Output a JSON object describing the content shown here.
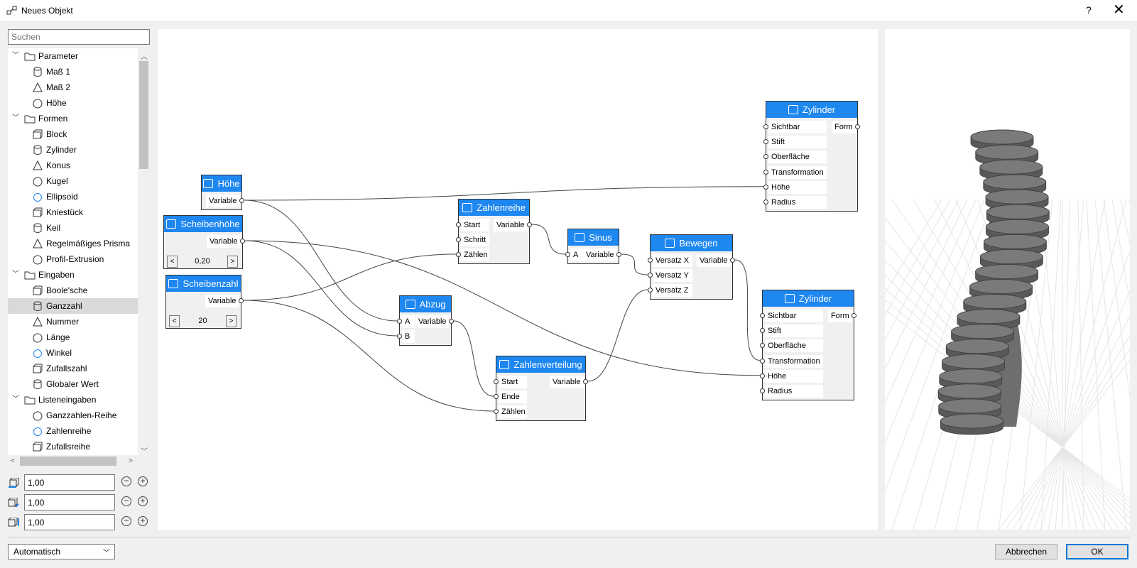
{
  "window": {
    "title": "Neues Objekt",
    "help": "?",
    "close": "✕"
  },
  "search": {
    "placeholder": "Suchen"
  },
  "tree": [
    {
      "label": "Parameter",
      "type": "folder",
      "level": 0
    },
    {
      "label": "Maß 1",
      "type": "item",
      "level": 1
    },
    {
      "label": "Maß 2",
      "type": "item",
      "level": 1
    },
    {
      "label": "Höhe",
      "type": "item",
      "level": 1
    },
    {
      "label": "Formen",
      "type": "folder",
      "level": 0
    },
    {
      "label": "Block",
      "type": "item",
      "level": 1
    },
    {
      "label": "Zylinder",
      "type": "item",
      "level": 1
    },
    {
      "label": "Konus",
      "type": "item",
      "level": 1
    },
    {
      "label": "Kugel",
      "type": "item",
      "level": 1
    },
    {
      "label": "Ellipsoid",
      "type": "item",
      "level": 1
    },
    {
      "label": "Kniestück",
      "type": "item",
      "level": 1
    },
    {
      "label": "Keil",
      "type": "item",
      "level": 1
    },
    {
      "label": "Regelmäßiges Prisma",
      "type": "item",
      "level": 1
    },
    {
      "label": "Profil-Extrusion",
      "type": "item",
      "level": 1
    },
    {
      "label": "Eingaben",
      "type": "folder",
      "level": 0
    },
    {
      "label": "Boole'sche",
      "type": "item",
      "level": 1
    },
    {
      "label": "Ganzzahl",
      "type": "item",
      "level": 1,
      "selected": true
    },
    {
      "label": "Nummer",
      "type": "item",
      "level": 1
    },
    {
      "label": "Länge",
      "type": "item",
      "level": 1
    },
    {
      "label": "Winkel",
      "type": "item",
      "level": 1
    },
    {
      "label": "Zufallszahl",
      "type": "item",
      "level": 1
    },
    {
      "label": "Globaler Wert",
      "type": "item",
      "level": 1
    },
    {
      "label": "Listeneingaben",
      "type": "folder",
      "level": 0
    },
    {
      "label": "Ganzzahlen-Reihe",
      "type": "item",
      "level": 1
    },
    {
      "label": "Zahlenreihe",
      "type": "item",
      "level": 1
    },
    {
      "label": "Zufallsreihe",
      "type": "item",
      "level": 1
    }
  ],
  "dimensions": [
    {
      "value": "1,00"
    },
    {
      "value": "1,00"
    },
    {
      "value": "1,00"
    }
  ],
  "nodes": {
    "hoehe": {
      "title": "Höhe",
      "out": "Variable"
    },
    "scheibenhoehe": {
      "title": "Scheibenhöhe",
      "out": "Variable",
      "value": "0,20",
      "dec": "<",
      "inc": ">"
    },
    "scheibenzahl": {
      "title": "Scheibenzahl",
      "out": "Variable",
      "value": "20",
      "dec": "<",
      "inc": ">"
    },
    "zahlenreihe": {
      "title": "Zahlenreihe",
      "inputs": [
        "Start",
        "Schritt",
        "Zählen"
      ],
      "out": "Variable"
    },
    "sinus": {
      "title": "Sinus",
      "inputs": [
        "A"
      ],
      "out": "Variable"
    },
    "abzug": {
      "title": "Abzug",
      "inputs": [
        "A",
        "B"
      ],
      "out": "Variable"
    },
    "zahlenverteilung": {
      "title": "Zahlenverteilung",
      "inputs": [
        "Start",
        "Ende",
        "Zählen"
      ],
      "out": "Variable"
    },
    "bewegen": {
      "title": "Bewegen",
      "inputs": [
        "Versatz X",
        "Versatz Y",
        "Versatz Z"
      ],
      "out": "Variable"
    },
    "zylinder1": {
      "title": "Zylinder",
      "inputs": [
        "Sichtbar",
        "Stift",
        "Oberfläche",
        "Transformation",
        "Höhe",
        "Radius"
      ],
      "out": "Form"
    },
    "zylinder2": {
      "title": "Zylinder",
      "inputs": [
        "Sichtbar",
        "Stift",
        "Oberfläche",
        "Transformation",
        "Höhe",
        "Radius"
      ],
      "out": "Form"
    }
  },
  "footer": {
    "mode": "Automatisch",
    "cancel": "Abbrechen",
    "ok": "OK"
  },
  "colors": {
    "node_header": "#1e87f0",
    "shape": "#595959"
  }
}
